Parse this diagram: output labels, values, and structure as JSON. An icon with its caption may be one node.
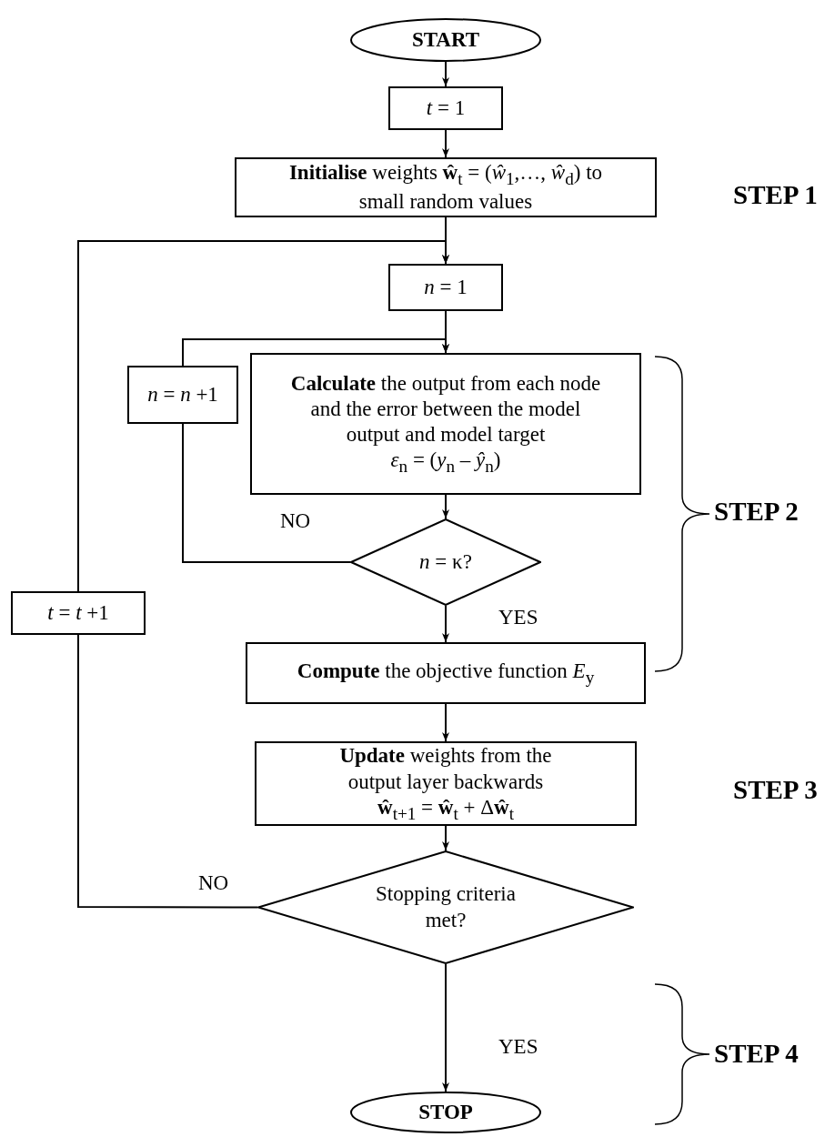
{
  "diagram": {
    "nodes": [
      {
        "text": [
          "**START**"
        ]
      },
      {
        "text": [
          "*t* = 1"
        ]
      },
      {
        "text": [
          "**Initialise** weights **ŵ**$_{t}$ = (*ŵ*$_{1}$,…, *ŵ*$_{d}$) to small random values"
        ]
      },
      {
        "text": [
          "*n* = 1"
        ]
      },
      {
        "text": [
          "**Calculate** the output from each node and the error between the model output and model target",
          "*ε*$_{n}$ = (*y*$_{n}$ – *ŷ*$_{n}$)"
        ]
      },
      {
        "text": [
          "*n* = *n* +1"
        ]
      },
      {
        "text": [
          "*n* = κ?"
        ]
      },
      {
        "text": [
          "**Compute** the objective function *E*$_{y}$"
        ]
      },
      {
        "text": [
          "*t* = *t* +1"
        ]
      },
      {
        "text": [
          "**Update** weights from the output layer backwards",
          "**ŵ**$_{t+1}$ = **ŵ**$_{t}$ + Δ**ŵ**$_{t}$"
        ]
      },
      {
        "text": [
          "Stopping criteria met?"
        ]
      },
      {
        "text": [
          "**STOP**"
        ]
      }
    ],
    "edges": [
      {
        "from": 0,
        "to": 1,
        "arrow": "to"
      },
      {
        "from": 1,
        "to": 2,
        "arrow": "to"
      },
      {
        "from": 2,
        "to": 3,
        "arrow": "to"
      },
      {
        "from": 3,
        "to": 4,
        "arrow": "to"
      },
      {
        "from": 4,
        "to": 6,
        "arrow": "to"
      },
      {
        "from": 6,
        "to": 5,
        "label": "NO",
        "arrow": "none"
      },
      {
        "from": 5,
        "to": 4,
        "arrow": "to"
      },
      {
        "from": 6,
        "to": 7,
        "label": "YES",
        "arrow": "to"
      },
      {
        "from": 7,
        "to": 9,
        "arrow": "to"
      },
      {
        "from": 9,
        "to": 10,
        "arrow": "to"
      },
      {
        "from": 10,
        "to": 8,
        "label": "NO",
        "arrow": "none"
      },
      {
        "from": 8,
        "to": 3,
        "arrow": "to"
      },
      {
        "from": 10,
        "to": 11,
        "label": "YES",
        "arrow": "to"
      }
    ],
    "labels": [
      "STEP 1",
      "STEP 2",
      "STEP 3",
      "STEP 4"
    ]
  }
}
